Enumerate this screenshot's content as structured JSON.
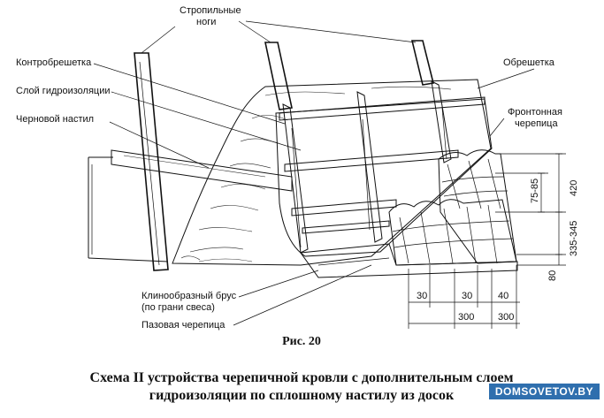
{
  "labels": {
    "rafters": [
      "Стропильные",
      "ноги"
    ],
    "counter_batten": "Контробрешетка",
    "waterproofing": "Слой гидроизоляции",
    "rough_deck": "Черновой настил",
    "batten": "Обрешетка",
    "gable_tile": [
      "Фронтонная",
      "черепица"
    ],
    "wedge_bar": [
      "Клинообразный брус",
      "(по грани свеса)"
    ],
    "groove_tile": "Пазовая черепица"
  },
  "dimensions": {
    "vertical": [
      "75-85",
      "420",
      "335-345",
      "80"
    ],
    "horizontal_top": [
      "30",
      "30",
      "40"
    ],
    "horizontal_bottom": [
      "300",
      "300"
    ]
  },
  "figure_number": "Рис. 20",
  "caption": [
    "Схема II устройства черепичной кровли с дополнительным слоем",
    "гидроизоляции по сплошному настилу из досок"
  ],
  "watermark": "DOMSOVETOV.BY"
}
